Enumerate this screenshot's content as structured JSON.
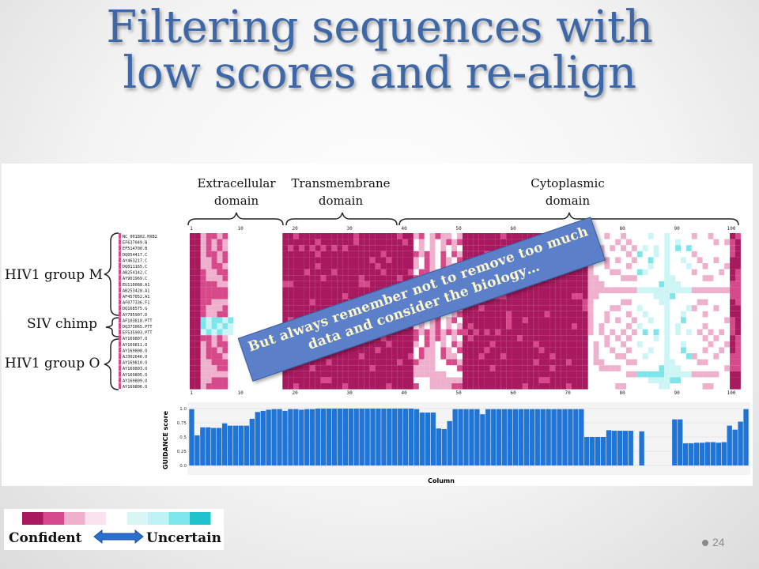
{
  "slide": {
    "title_line1": "Filtering sequences with",
    "title_line2": "low scores and re-align",
    "page_number": "24"
  },
  "figure": {
    "domain_labels": [
      {
        "line1": "Extracellular",
        "line2": "domain"
      },
      {
        "line1": "Transmembrane",
        "line2": "domain"
      },
      {
        "line1": "Cytoplasmic",
        "line2": "domain"
      }
    ],
    "groups": [
      "HIV1 group M",
      "SIV chimp",
      "HIV1 group O"
    ],
    "sequence_names": [
      "NC_001802.HXB2",
      "EF637049.B",
      "EF514700.B",
      "DQ054417.C",
      "AY463217.C",
      "DQ011165.C",
      "AB254142.C",
      "AY901969.C",
      "EU110088.A1",
      "AB253428.A1",
      "AF457052.A1",
      "AF077336.F1",
      "DQ168575.G",
      "AY795907.D",
      "AF103818.PTT",
      "DQ373065.PTT",
      "EF535993.PTT",
      "AY169807.O",
      "AY169811.O",
      "AY169808.O",
      "AJ302646.O",
      "AY169810.O",
      "AY169803.O",
      "AY169805.O",
      "AY169809.O",
      "AY169806.O"
    ],
    "ruler_ticks": [
      "1",
      "10",
      "20",
      "30",
      "40",
      "50",
      "60",
      "70",
      "80",
      "90",
      "100"
    ],
    "colors": {
      "confident_dark": "#a8195f",
      "confident_mid": "#d6498b",
      "confident_light": "#eeb0cc",
      "neutral": "#f6e8ef",
      "uncertain_light": "#cdf5f6",
      "uncertain_mid": "#7ee6ea",
      "uncertain_dark": "#1fc3cc",
      "bar": "#1f74d4"
    }
  },
  "chart_data": {
    "type": "bar",
    "ylabel": "GUIDANCE score",
    "xlabel": "Column",
    "ylim": [
      0,
      1
    ],
    "yticks": [
      "0.0",
      "0.25",
      "0.5",
      "0.75",
      "1.0"
    ],
    "values": [
      0.99,
      0.53,
      0.67,
      0.67,
      0.66,
      0.66,
      0.74,
      0.7,
      0.7,
      0.7,
      0.7,
      0.82,
      0.94,
      0.96,
      0.98,
      0.99,
      0.99,
      0.96,
      0.99,
      0.99,
      0.98,
      0.99,
      0.99,
      1.0,
      1.0,
      1.0,
      1.0,
      1.0,
      1.0,
      1.0,
      1.0,
      1.0,
      1.0,
      1.0,
      1.0,
      1.0,
      1.0,
      1.0,
      1.0,
      1.0,
      1.0,
      0.99,
      0.93,
      0.93,
      0.93,
      0.65,
      0.64,
      0.78,
      0.99,
      0.99,
      0.99,
      0.99,
      0.99,
      0.9,
      0.99,
      0.99,
      0.99,
      0.99,
      0.99,
      0.99,
      0.99,
      0.99,
      0.99,
      0.99,
      0.99,
      0.99,
      0.99,
      0.99,
      0.99,
      0.99,
      0.99,
      0.99,
      0.5,
      0.5,
      0.5,
      0.5,
      0.62,
      0.61,
      0.61,
      0.61,
      0.61,
      0.0,
      0.6,
      0.0,
      0.0,
      0.0,
      0.0,
      0.0,
      0.81,
      0.81,
      0.39,
      0.39,
      0.4,
      0.4,
      0.41,
      0.41,
      0.4,
      0.41,
      0.7,
      0.63,
      0.77,
      0.99
    ]
  },
  "callout": {
    "text": "But always remember not to remove too much data and consider the biology…"
  },
  "legend": {
    "confident_label": "Confident",
    "uncertain_label": "Uncertain",
    "swatches": [
      "#a8195f",
      "#d6498b",
      "#eeb0cc",
      "#f9e3ee",
      "#ffffff",
      "#d9f6f7",
      "#bff2f4",
      "#7ee6ea",
      "#1fc3cc"
    ]
  }
}
